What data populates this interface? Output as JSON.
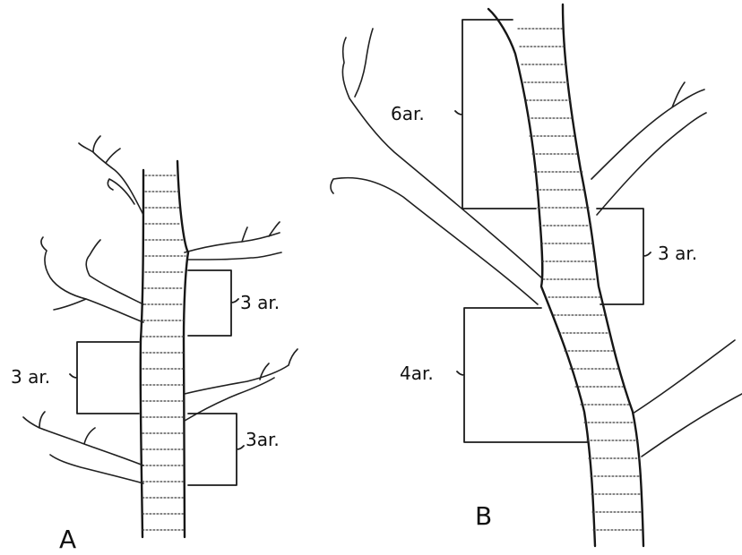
{
  "figure": {
    "panel_a": {
      "letter": "A",
      "labels": [
        "3 ar.",
        "3 ar.",
        "3ar."
      ]
    },
    "panel_b": {
      "letter": "B",
      "labels": [
        "6ar.",
        "3 ar.",
        "4ar."
      ]
    }
  }
}
